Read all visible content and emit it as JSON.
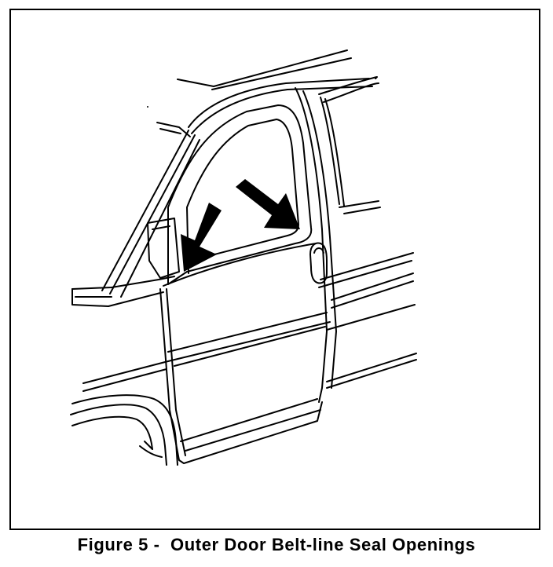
{
  "caption": {
    "figure_label": "Figure 5 -",
    "title": "Outer Door Belt-line Seal Openings"
  },
  "illustration": {
    "subject": "side view of van front door with window",
    "arrow_count": 2,
    "line_color": "#000000",
    "background_color": "#ffffff"
  }
}
